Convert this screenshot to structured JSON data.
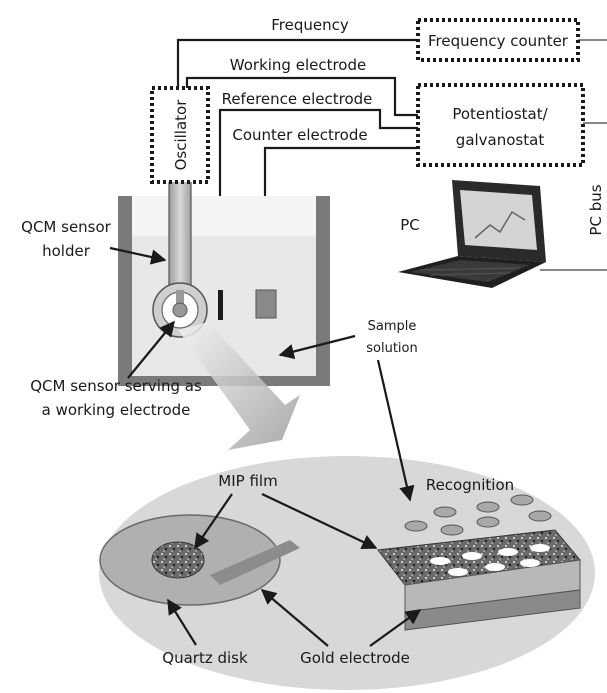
{
  "labels": {
    "frequency": "Frequency",
    "frequency_counter": "Frequency counter",
    "working_electrode": "Working electrode",
    "reference_electrode": "Reference electrode",
    "counter_electrode": "Counter electrode",
    "potentiostat_line1": "Potentiostat/",
    "potentiostat_line2": "galvanostat",
    "oscillator": "Oscillator",
    "pc": "PC",
    "pc_bus": "PC bus",
    "qcm_holder_line1": "QCM sensor",
    "qcm_holder_line2": "holder",
    "sample_line1": "Sample",
    "sample_line2": "solution",
    "qcm_we_line1": "QCM sensor serving as",
    "qcm_we_line2": "a working electrode",
    "mip_film": "MIP film",
    "recognition": "Recognition",
    "quartz_disk": "Quartz disk",
    "gold_electrode": "Gold electrode"
  },
  "colors": {
    "ink": "#1a1a1a",
    "cell_wall": "#777777",
    "solution": "#e6e6e6",
    "ellipse_bg": "#d9d9d9",
    "disk": "#b5b5b5"
  }
}
